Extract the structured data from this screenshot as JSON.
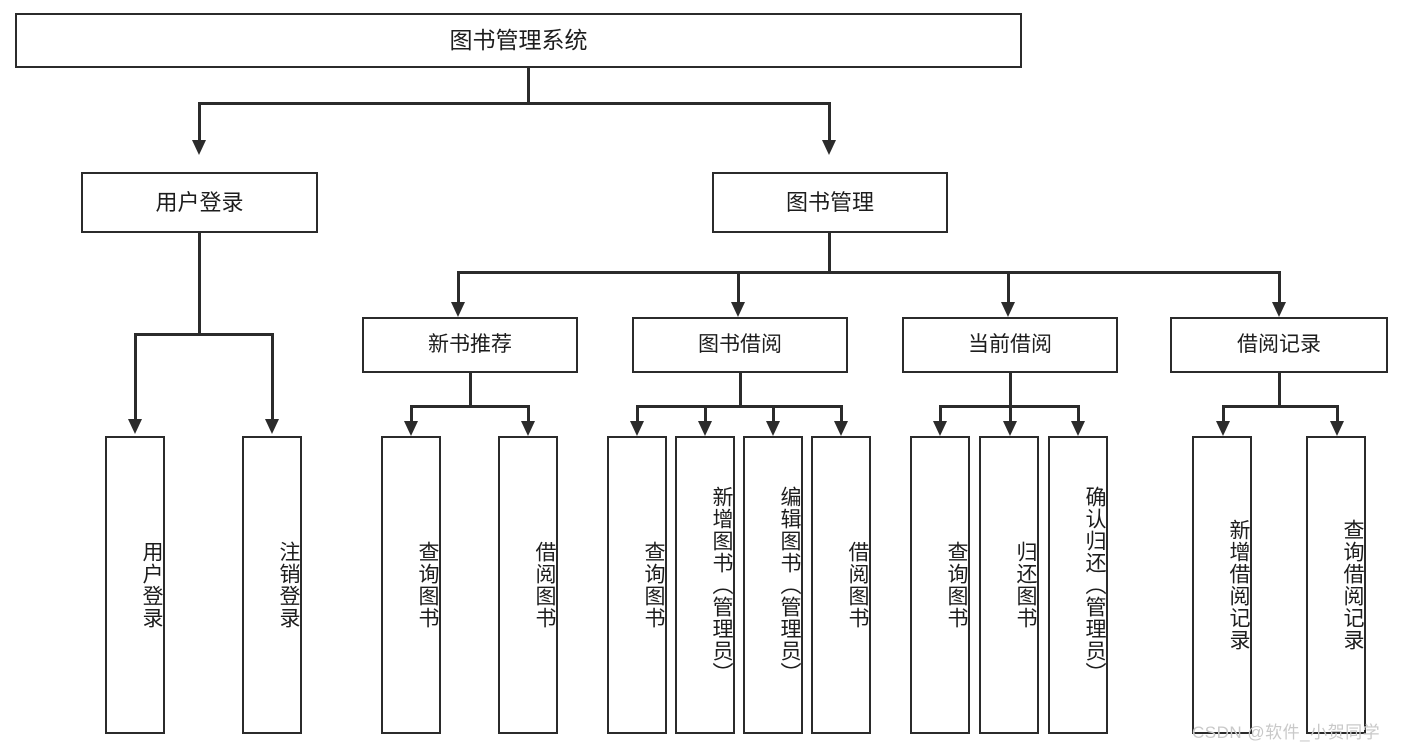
{
  "diagram": {
    "title": "图书管理系统",
    "type": "tree-hierarchy-diagram",
    "colors": {
      "stroke": "#2b2b2b",
      "fill": "#ffffff",
      "text": "#1d1d1d",
      "watermark": "#c9c9c9"
    },
    "root": {
      "label": "图书管理系统"
    },
    "level2": [
      {
        "label": "用户登录"
      },
      {
        "label": "图书管理"
      }
    ],
    "level3": [
      {
        "label": "新书推荐"
      },
      {
        "label": "图书借阅"
      },
      {
        "label": "当前借阅"
      },
      {
        "label": "借阅记录"
      }
    ],
    "leaves": {
      "user_login": [
        {
          "label": "用户登录"
        },
        {
          "label": "注销登录"
        }
      ],
      "new_book_recommend": [
        {
          "label": "查询图书"
        },
        {
          "label": "借阅图书"
        }
      ],
      "book_borrow": [
        {
          "label": "查询图书"
        },
        {
          "label": "新增图书（管理员）"
        },
        {
          "label": "编辑图书（管理员）"
        },
        {
          "label": "借阅图书"
        }
      ],
      "current_borrow": [
        {
          "label": "查询图书"
        },
        {
          "label": "归还图书"
        },
        {
          "label": "确认归还（管理员）"
        }
      ],
      "borrow_record": [
        {
          "label": "新增借阅记录"
        },
        {
          "label": "查询借阅记录"
        }
      ]
    }
  },
  "watermark": {
    "text": "CSDN @软件_小贺同学"
  }
}
